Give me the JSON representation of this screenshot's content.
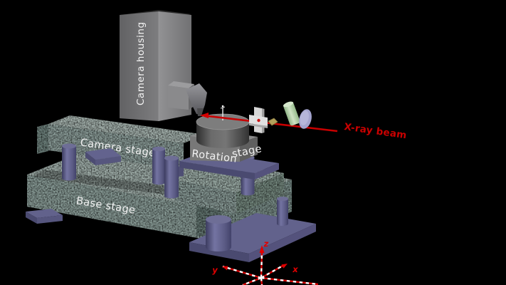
{
  "labels": {
    "camera_housing": "Camera housing",
    "camera_stage": "Camera stage",
    "rotation_stage_word1": "Rotation",
    "rotation_stage_word2": "stage",
    "base_stage": "Base stage",
    "xray_beam": "X-ray beam"
  },
  "axes": {
    "x_label": "x",
    "y_label": "y",
    "z_label": "z",
    "axis_color": "#e00000"
  },
  "colors": {
    "background": "#000000",
    "granite_top": "#a2b1ac",
    "granite_front": "#8b9e99",
    "granite_side": "#7b8f8a",
    "support_purple": "#5a5a82",
    "housing_gray": "#7c7c7e",
    "rotation_box_gray": "#787878",
    "beam_red": "#c80000",
    "label_white": "#f2f2f2",
    "lens_green": "#b9d4ae",
    "disc_lavender": "#a4a4ce",
    "filter_khaki": "#b2a25c",
    "slit_white": "#e0e0e0",
    "sample_pin_white": "#ffffff"
  }
}
